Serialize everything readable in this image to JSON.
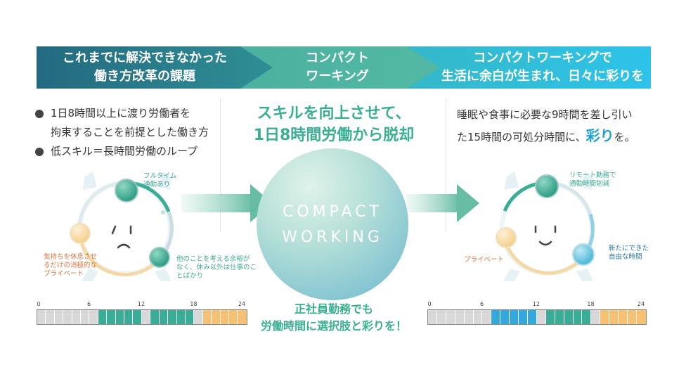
{
  "header": {
    "left_lines": [
      "これまでに解決できなかった",
      "働き方改革の課題"
    ],
    "mid_lines": [
      "コンパクト",
      "ワーキング"
    ],
    "right_lines": [
      "コンパクトワーキングで",
      "生活に余白が生まれ、日々に彩りを"
    ]
  },
  "left_bullets": [
    {
      "lines": [
        "1日8時間以上に渡り労働者を",
        "拘束することを前提とした働き方"
      ]
    },
    {
      "lines": [
        "低スキル＝長時間労働のループ"
      ]
    }
  ],
  "middle": {
    "headline": [
      "スキルを向上させて、",
      "1日8時間労働から脱却"
    ],
    "circle_lines": [
      "COMPACT",
      "WORKING"
    ],
    "footer": [
      "正社員勤務でも",
      "労働時間に選択肢と彩りを！"
    ]
  },
  "right_text": {
    "line1": "睡眠や食事に必要な9時間を差し引い",
    "line2_pre": "た15時間の可処分時間に、",
    "line2_accent": "彩り",
    "line2_post": "を。"
  },
  "left_clock": {
    "labels": {
      "fulltime": [
        "フルタイム",
        "通勤あり"
      ],
      "private": [
        "気持ちを休息させ",
        "るだけの消極的な",
        "プライベート"
      ],
      "other": [
        "他のことを考える余裕が",
        "なく、休み以外は仕事のこ",
        "とばかり"
      ]
    }
  },
  "right_clock": {
    "labels": {
      "remote": [
        "リモート勤務で",
        "通勤時間削減"
      ],
      "private": [
        "プライベート"
      ],
      "free": [
        "新たにできた",
        "自由な時間"
      ]
    }
  },
  "timelines": {
    "ticks": [
      "0",
      "6",
      "12",
      "18",
      "24"
    ],
    "left_cells": [
      "gray",
      "gray",
      "gray",
      "gray",
      "gray",
      "gray",
      "gray",
      "teal",
      "teal",
      "teal",
      "teal",
      "teal",
      "gray",
      "teal",
      "teal",
      "teal",
      "teal",
      "teal",
      "gray",
      "orange",
      "orange",
      "orange",
      "orange",
      "orange"
    ],
    "right_cells": [
      "gray",
      "gray",
      "gray",
      "gray",
      "gray",
      "gray",
      "gray",
      "blue",
      "blue",
      "blue",
      "blue",
      "blue",
      "gray",
      "teal",
      "teal",
      "teal",
      "teal",
      "teal",
      "gray",
      "orange",
      "orange",
      "orange",
      "orange",
      "orange"
    ]
  },
  "colors": {
    "band_dark": "#2a7f8f",
    "band_mid": "#49b29c",
    "band_light": "#33b9e0",
    "teal": "#39ad96",
    "blue": "#34a8dc",
    "orange": "#f6c173",
    "gray": "#d8d8d8",
    "label_teal": "#3aa78f",
    "label_orange": "#e0733a",
    "label_blue": "#2476a8"
  }
}
